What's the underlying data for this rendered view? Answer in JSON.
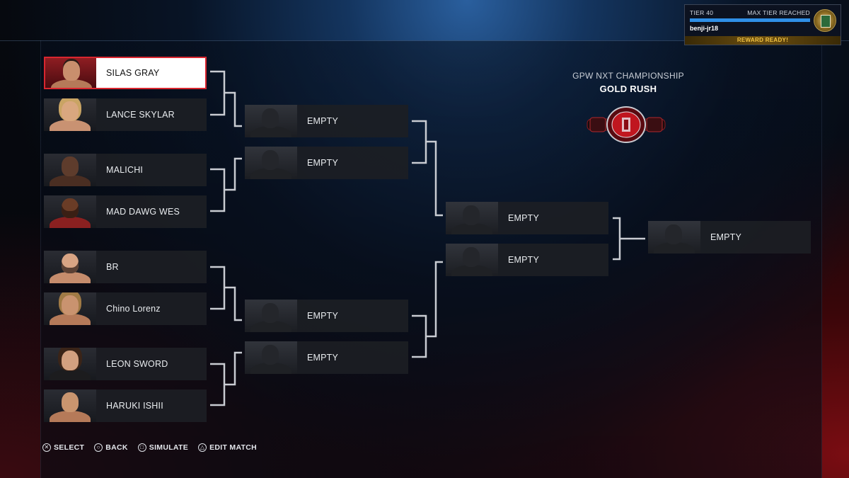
{
  "tier": {
    "label": "TIER 40",
    "status": "MAX TIER REACHED",
    "progress": 1.0,
    "username": "benji-jr18",
    "reward": "REWARD READY!"
  },
  "championship": {
    "title": "GPW NXT CHAMPIONSHIP",
    "subtitle": "GOLD RUSH"
  },
  "round1": [
    {
      "name": "SILAS GRAY",
      "selected": true
    },
    {
      "name": "LANCE SKYLAR"
    },
    {
      "name": "MALICHI"
    },
    {
      "name": "MAD DAWG WES"
    },
    {
      "name": "BR"
    },
    {
      "name": "Chino Lorenz"
    },
    {
      "name": "LEON SWORD"
    },
    {
      "name": "HARUKI ISHII"
    }
  ],
  "round2": [
    "EMPTY",
    "EMPTY",
    "EMPTY",
    "EMPTY"
  ],
  "round3": [
    "EMPTY",
    "EMPTY"
  ],
  "final": "EMPTY",
  "controls": [
    {
      "icon": "cross-button-icon",
      "glyph": "✕",
      "label": "SELECT"
    },
    {
      "icon": "circle-button-icon",
      "glyph": "○",
      "label": "BACK"
    },
    {
      "icon": "square-button-icon",
      "glyph": "□",
      "label": "SIMULATE"
    },
    {
      "icon": "triangle-button-icon",
      "glyph": "△",
      "label": "EDIT MATCH"
    }
  ],
  "colors": {
    "accent_red": "#d9262f",
    "tier_bar": "#2f8fe6",
    "reward_gold": "#f2c341"
  }
}
